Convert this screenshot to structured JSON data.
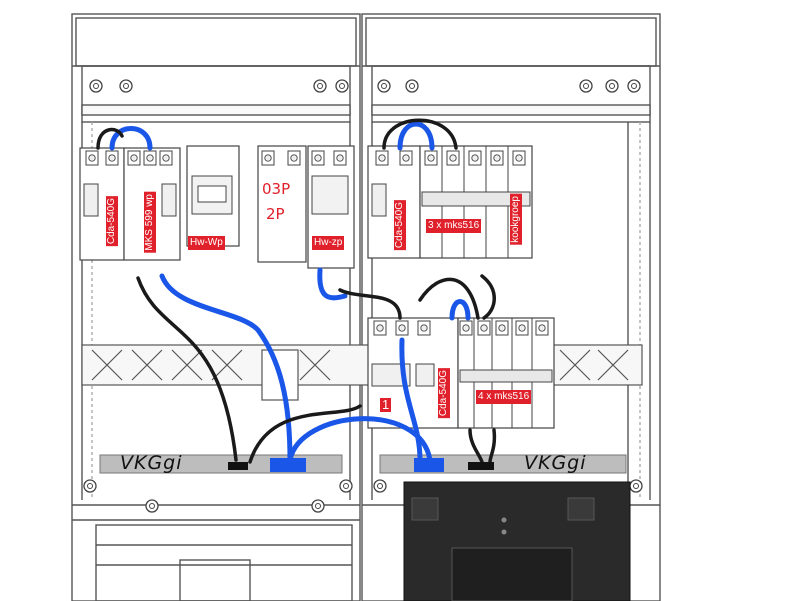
{
  "labels": {
    "left_main_switch": "Cda-540G",
    "left_kwh_meter": "MKS 599 wp",
    "hw_wp": "Hw-Wp",
    "hw_zp": "Hw-zp",
    "upper_right_main_switch": "Cda-540G",
    "three_mks": "3 x mks516",
    "kookgroep": "kookgroep",
    "lower_main_switch": "Cda-540G",
    "four_mks": "4 x mks516",
    "small_red_mark": "1"
  },
  "annotations": {
    "handwritten_03p": "03P",
    "handwritten_2p": "2P",
    "left_busbar_tag": "VKGgi",
    "right_busbar_tag": "VKGgi"
  },
  "colors": {
    "label_bg": "#e0202a",
    "wire_blue": "#1a56e8",
    "wire_black": "#1a1a1a",
    "busbar": "#bdbdbd",
    "panel_line": "#555555",
    "meter_box": "#2a2a2a"
  }
}
